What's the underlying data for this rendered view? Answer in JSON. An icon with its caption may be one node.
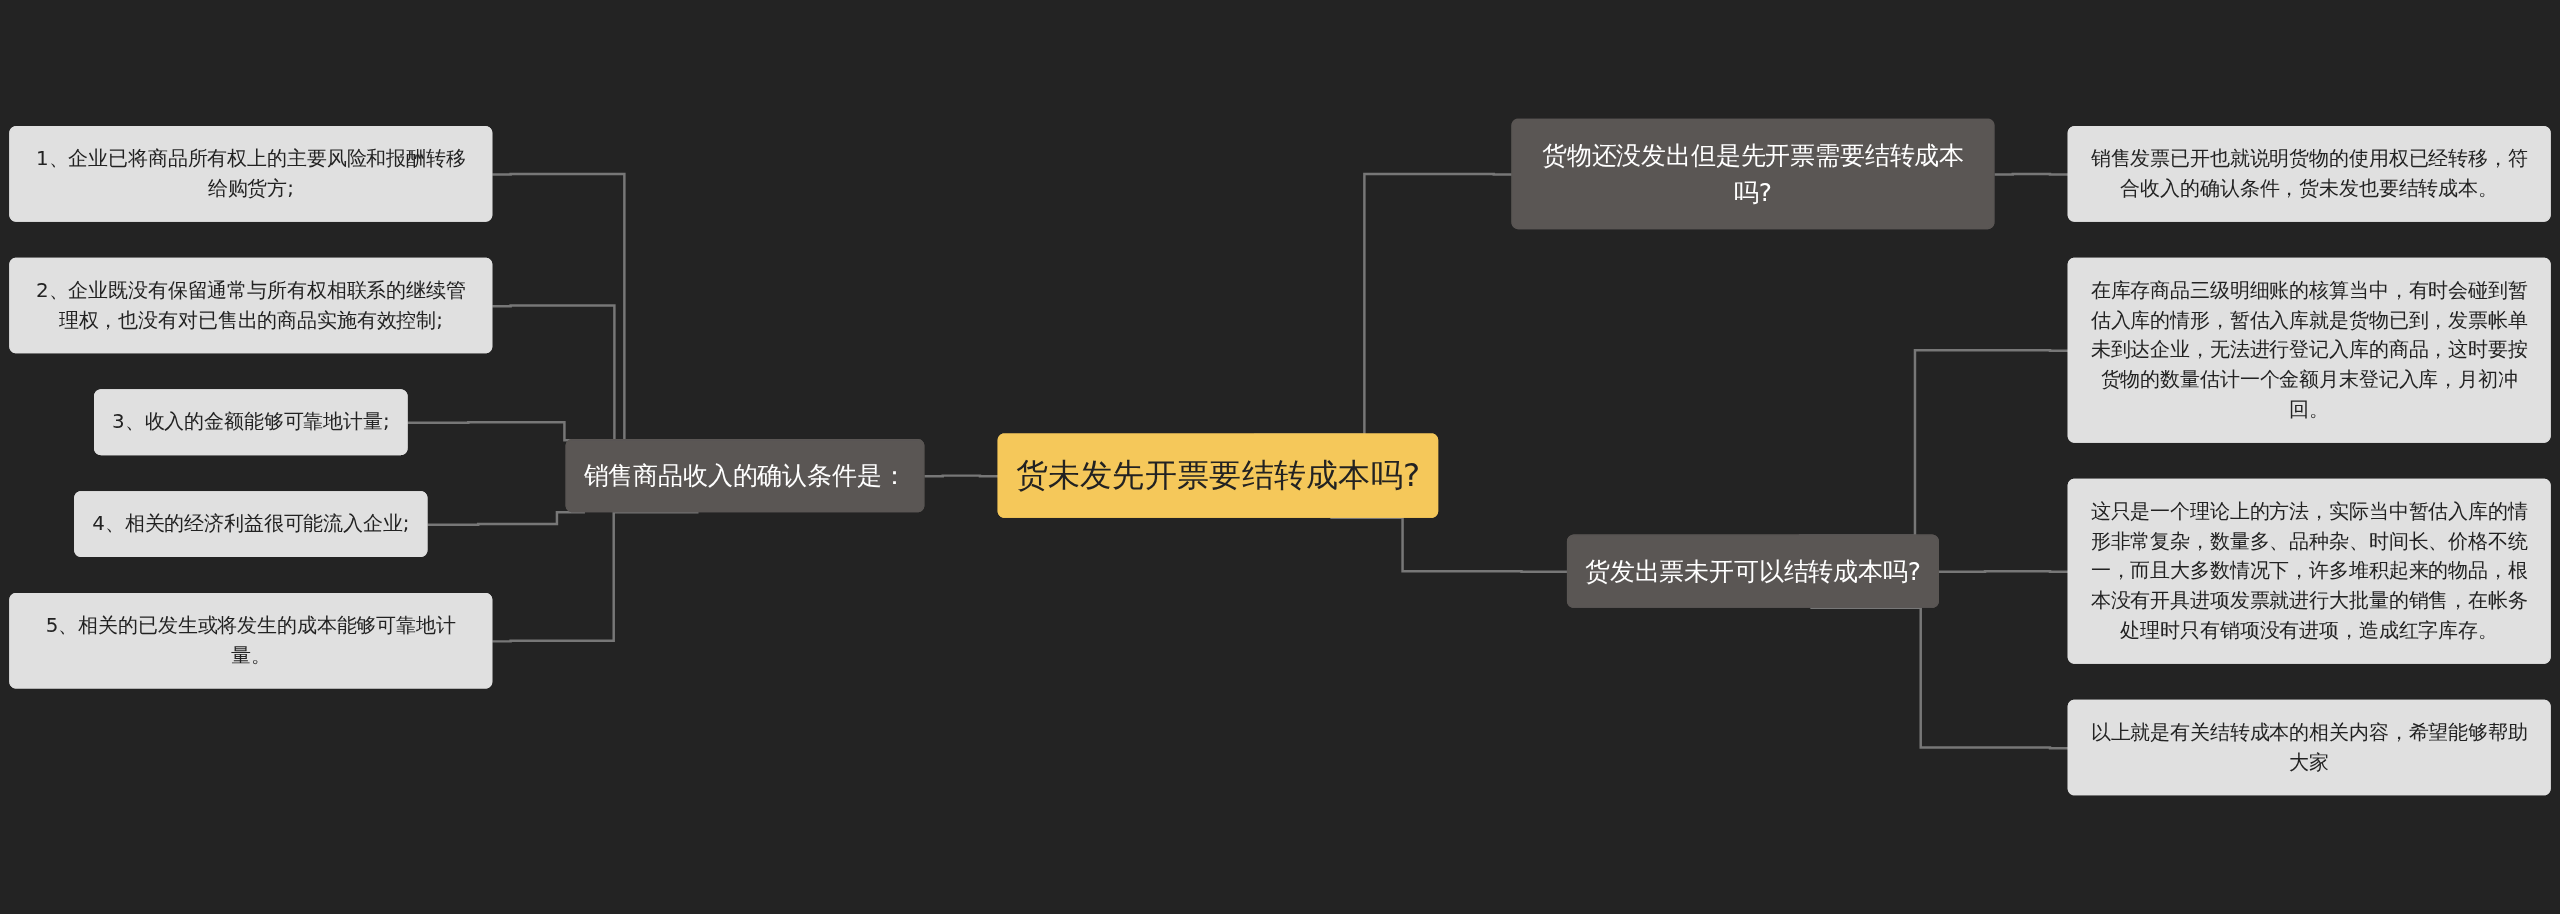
{
  "diagram": {
    "nodes": [
      {
        "text": [
          "货未发先开票要结转成本吗?"
        ]
      },
      {
        "text": [
          "销售商品收入的确认条件是："
        ]
      },
      {
        "text": [
          "1、企业已将商品所有权上的主要风险和报酬转移给购货方;"
        ]
      },
      {
        "text": [
          "2、企业既没有保留通常与所有权相联系的继续管理权，也没有对已售出的商品实施有效控制;"
        ]
      },
      {
        "text": [
          "3、收入的金额能够可靠地计量;"
        ]
      },
      {
        "text": [
          "4、相关的经济利益很可能流入企业;"
        ]
      },
      {
        "text": [
          "5、相关的已发生或将发生的成本能够可靠地计量。"
        ]
      },
      {
        "text": [
          "货物还没发出但是先开票需要结转成本吗?"
        ]
      },
      {
        "text": [
          "销售发票已开也就说明货物的使用权已经转移，符合收入的确认条件，货未发也要结转成本。"
        ]
      },
      {
        "text": [
          "货发出票未开可以结转成本吗?"
        ]
      },
      {
        "text": [
          "在库存商品三级明细账的核算当中，有时会碰到暂估入库的情形，暂估入库就是货物已到，发票帐单未到达企业，无法进行登记入库的商品，这时要按货物的数量估计一个金额月末登记入库，月初冲回。"
        ]
      },
      {
        "text": [
          "这只是一个理论上的方法，实际当中暂估入库的情形非常复杂，数量多、品种杂、时间长、价格不统一，而且大多数情况下，许多堆积起来的物品，根本没有开具进项发票就进行大批量的销售，在帐务处理时只有销项没有进项，造成红字库存。"
        ]
      },
      {
        "text": [
          "以上就是有关结转成本的相关内容，希望能够帮助大家"
        ]
      }
    ],
    "edges": [
      {
        "from": 0,
        "to": 1,
        "arrow": "none"
      },
      {
        "from": 1,
        "to": 2,
        "arrow": "none"
      },
      {
        "from": 1,
        "to": 3,
        "arrow": "none"
      },
      {
        "from": 1,
        "to": 4,
        "arrow": "none"
      },
      {
        "from": 1,
        "to": 5,
        "arrow": "none"
      },
      {
        "from": 1,
        "to": 6,
        "arrow": "none"
      },
      {
        "from": 0,
        "to": 7,
        "arrow": "none"
      },
      {
        "from": 7,
        "to": 8,
        "arrow": "none"
      },
      {
        "from": 0,
        "to": 9,
        "arrow": "none"
      },
      {
        "from": 9,
        "to": 10,
        "arrow": "none"
      },
      {
        "from": 9,
        "to": 11,
        "arrow": "none"
      },
      {
        "from": 9,
        "to": 12,
        "arrow": "none"
      }
    ]
  }
}
